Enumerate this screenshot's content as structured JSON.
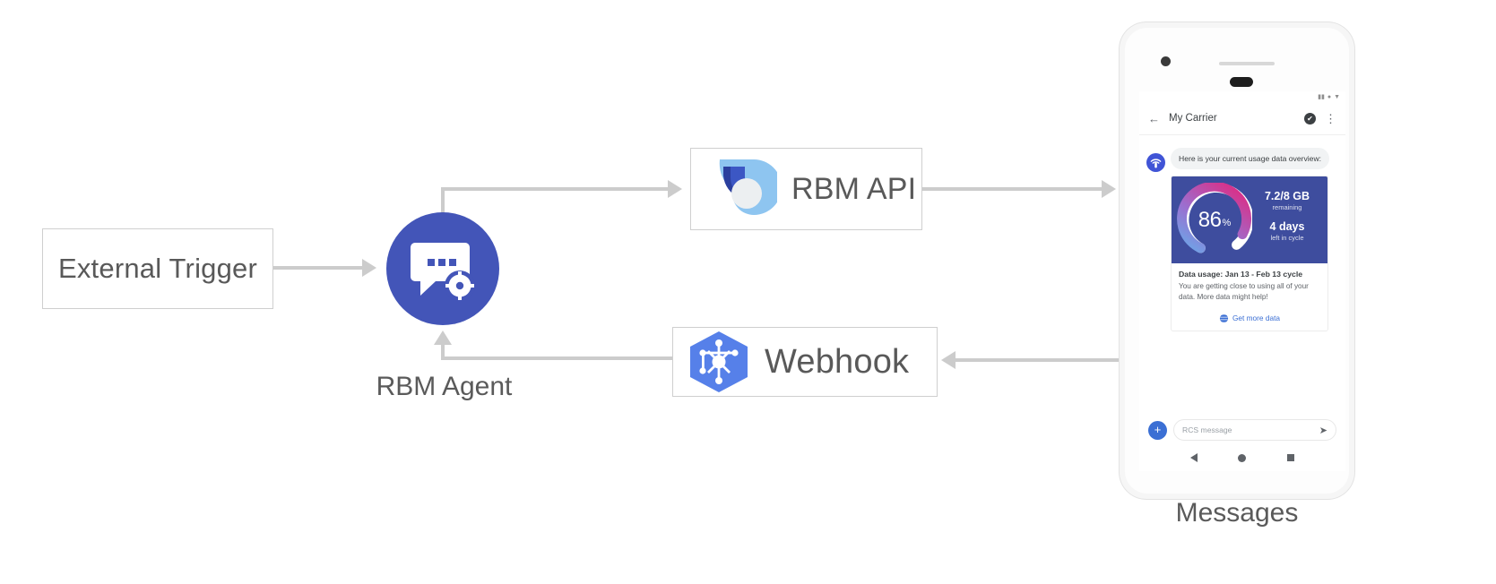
{
  "diagram": {
    "nodes": {
      "external_trigger": "External Trigger",
      "rbm_agent": "RBM Agent",
      "rbm_api": "RBM API",
      "webhook": "Webhook",
      "messages": "Messages"
    },
    "colors": {
      "agent_circle": "#4355b8",
      "connector": "#cccccc",
      "box_border": "#cfcfcf",
      "webhook_hex": "#5680e9",
      "rbm_api_light": "#8ec5f0",
      "rbm_api_dark": "#2b3f9e"
    }
  },
  "phone": {
    "status_icons": [
      "signal-icon",
      "wifi-icon",
      "battery-icon"
    ],
    "app_bar": {
      "back_icon": "←",
      "title": "My Carrier",
      "verified_icon": "✔",
      "overflow_icon": "⋮"
    },
    "conversation": {
      "agent_avatar_icon": "rcs-agent-icon",
      "incoming_message": "Here is your current usage data overview:",
      "rich_card": {
        "gauge_value": "86",
        "gauge_unit": "%",
        "gauge_percent": 86,
        "data_remaining": "7.2/8 GB",
        "data_remaining_sub": "remaining",
        "days_left": "4 days",
        "days_left_sub": "left in cycle",
        "title": "Data usage: Jan 13 - Feb 13 cycle",
        "description": "You are getting close to using all of your data. More data might help!",
        "action_icon": "globe-icon",
        "action_label": "Get more data"
      }
    },
    "composer": {
      "attach_icon": "+",
      "placeholder": "RCS message",
      "send_icon": "➤"
    },
    "navbar": [
      "back-nav-icon",
      "home-nav-icon",
      "recents-nav-icon"
    ]
  }
}
